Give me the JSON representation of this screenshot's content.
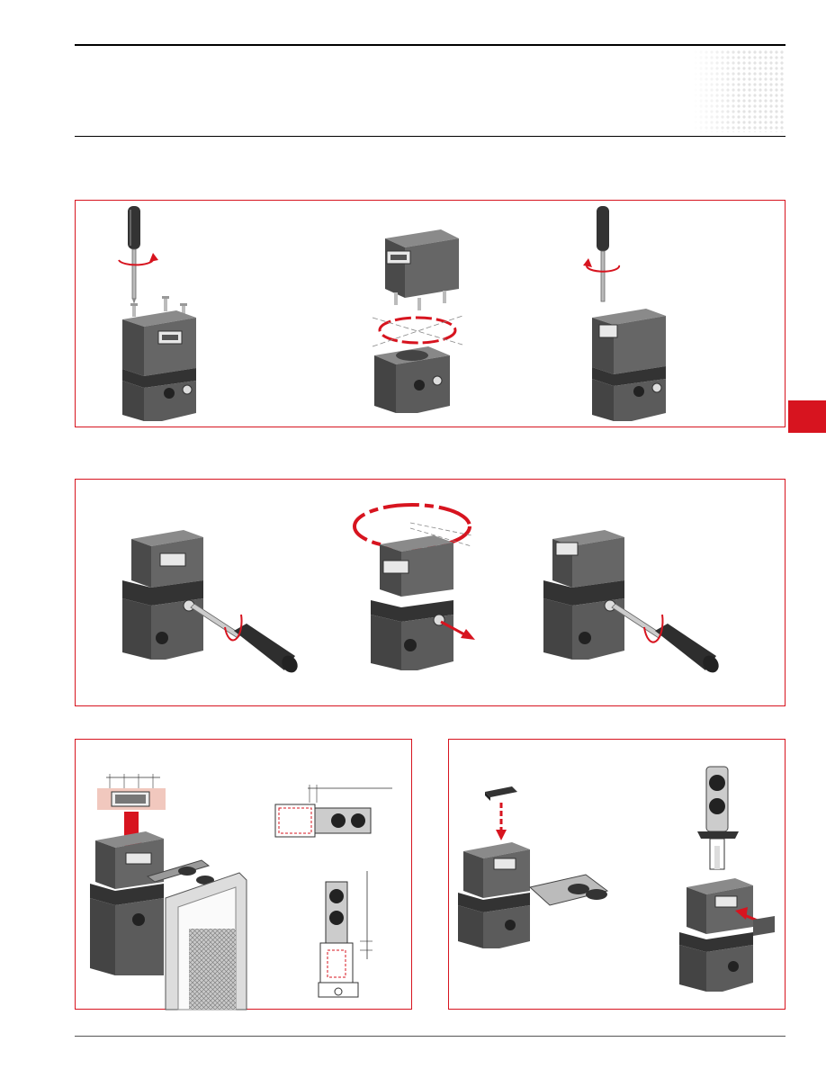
{
  "colors": {
    "accent": "#d7141f",
    "device_body": "#5e5e5e",
    "device_dark": "#3a3a3a",
    "device_light": "#8a8a8a"
  },
  "panels": [
    {
      "id": "head-replacement",
      "steps": 3
    },
    {
      "id": "head-rotation",
      "steps": 3
    },
    {
      "id": "actuator-mounting",
      "steps": 2
    },
    {
      "id": "cover-and-actuator",
      "steps": 2
    }
  ]
}
